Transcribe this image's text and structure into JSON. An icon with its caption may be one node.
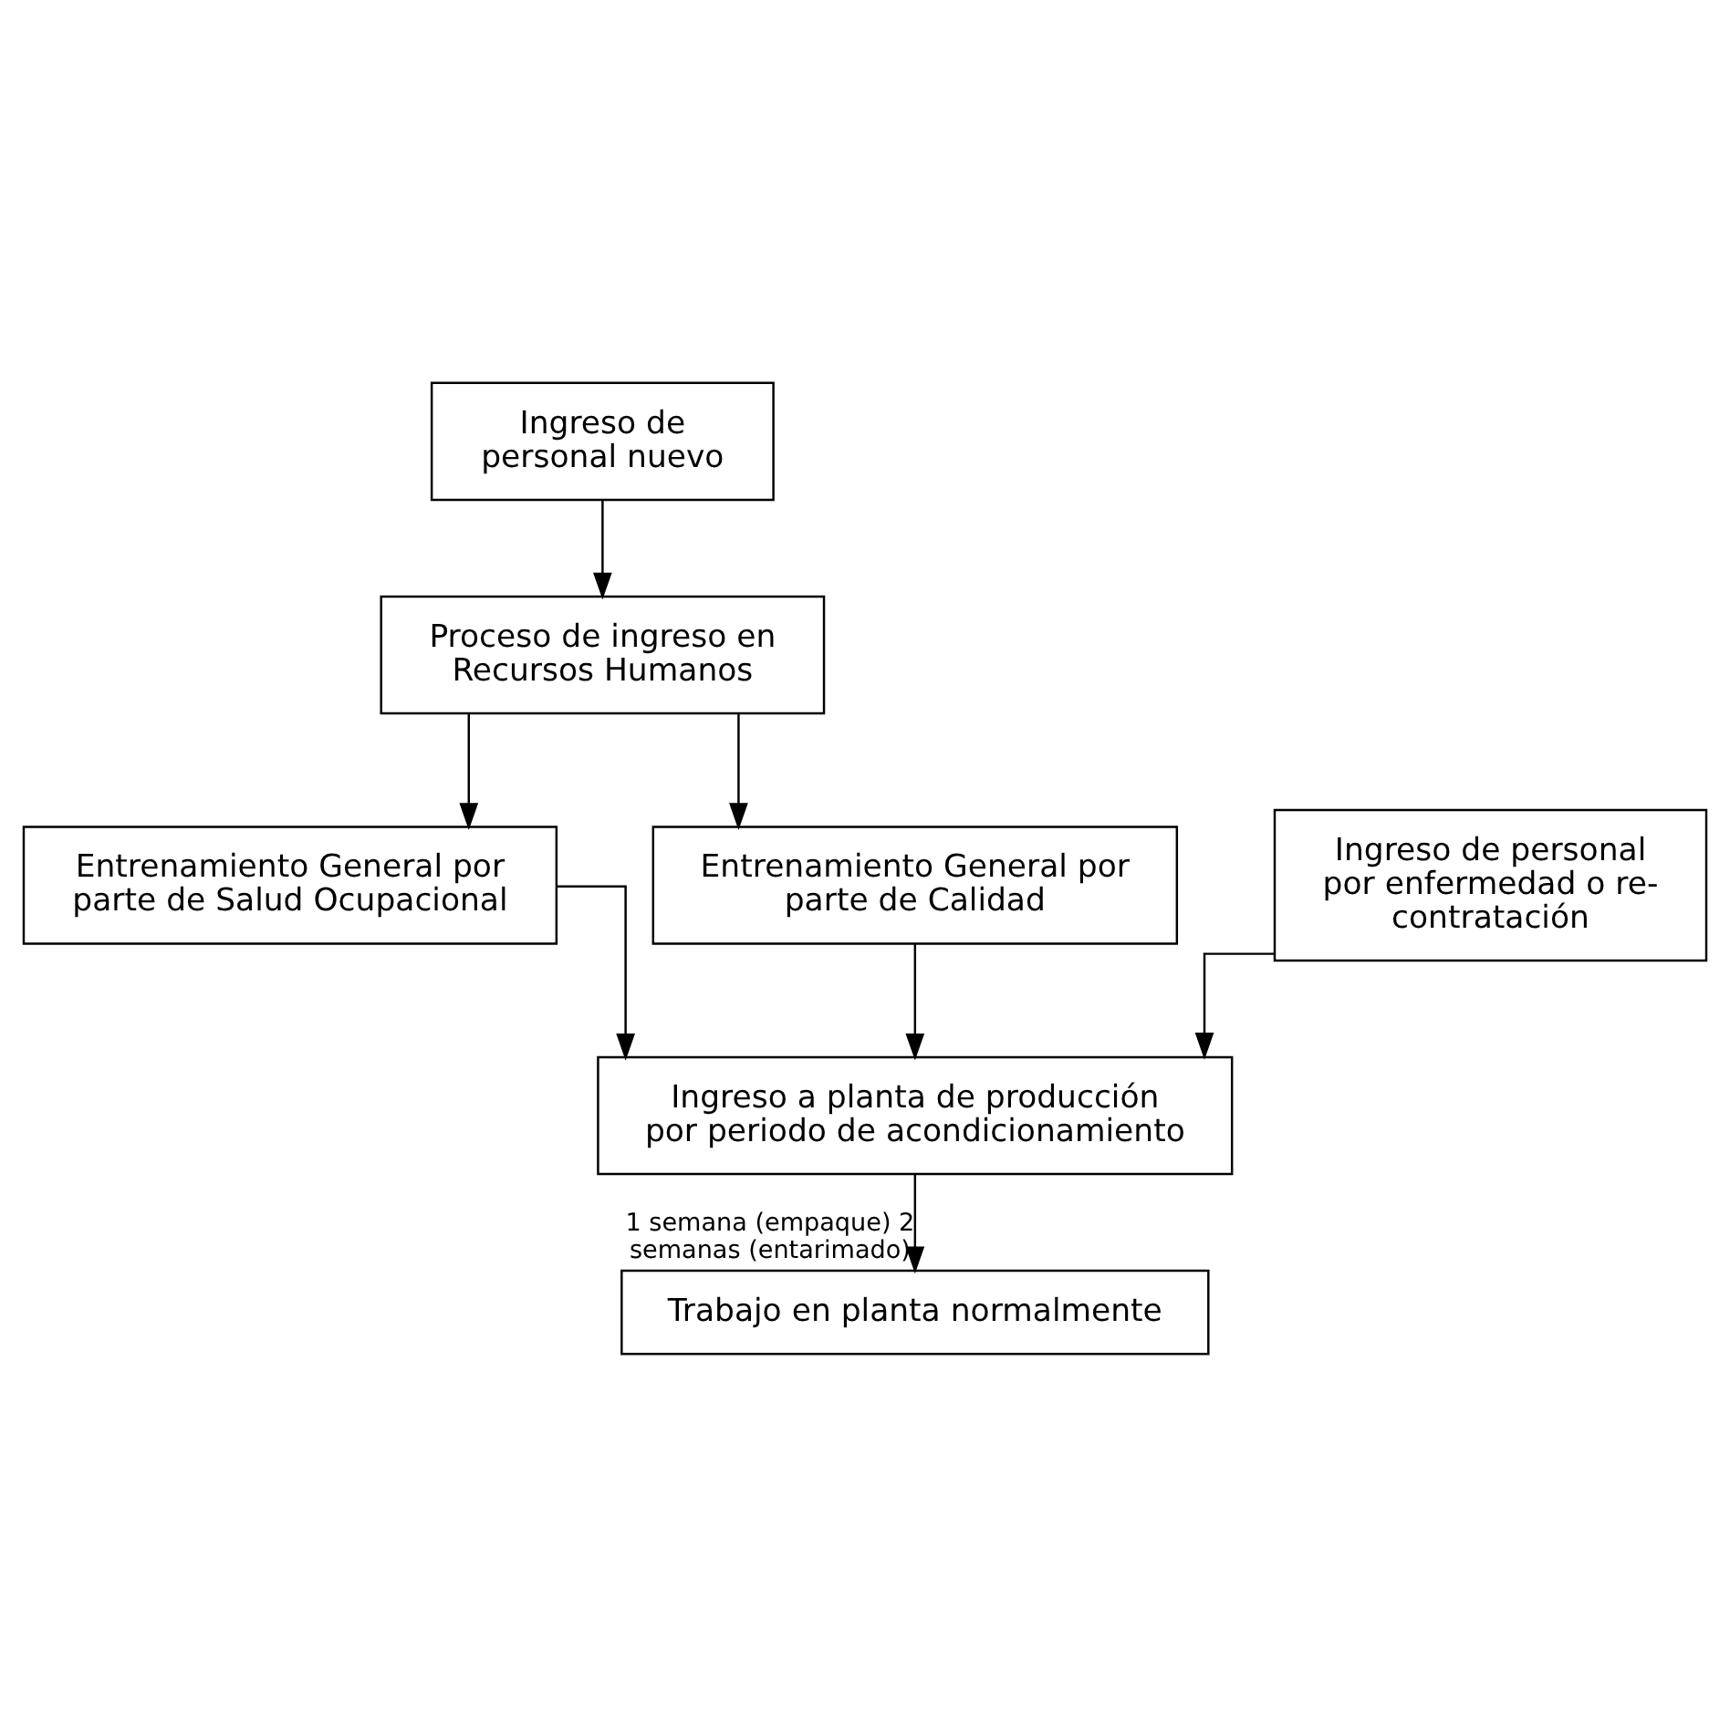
{
  "diagram": {
    "nodes": [
      {
        "text": [
          "Ingreso de personal nuevo"
        ]
      },
      {
        "text": [
          "Proceso de ingreso en Recursos Humanos"
        ]
      },
      {
        "text": [
          "Entrenamiento General por parte de Salud Ocupacional"
        ]
      },
      {
        "text": [
          "Entrenamiento General por parte de Calidad"
        ]
      },
      {
        "text": [
          "Ingreso de personal por enfermedad o re-contratación"
        ]
      },
      {
        "text": [
          "Ingreso a planta de producción por periodo de acondicionamiento"
        ]
      },
      {
        "text": [
          "Trabajo en planta normalmente"
        ]
      }
    ],
    "edges": [
      {
        "from": 0,
        "to": 1,
        "arrow": "to"
      },
      {
        "from": 1,
        "to": 2,
        "arrow": "to"
      },
      {
        "from": 1,
        "to": 3,
        "arrow": "to"
      },
      {
        "from": 2,
        "to": 5,
        "arrow": "to"
      },
      {
        "from": 3,
        "to": 5,
        "arrow": "to"
      },
      {
        "from": 4,
        "to": 5,
        "arrow": "to"
      },
      {
        "from": 5,
        "to": 6,
        "arrow": "to",
        "label": "1 semana (empaque) 2 semanas (entarimado)"
      }
    ]
  }
}
